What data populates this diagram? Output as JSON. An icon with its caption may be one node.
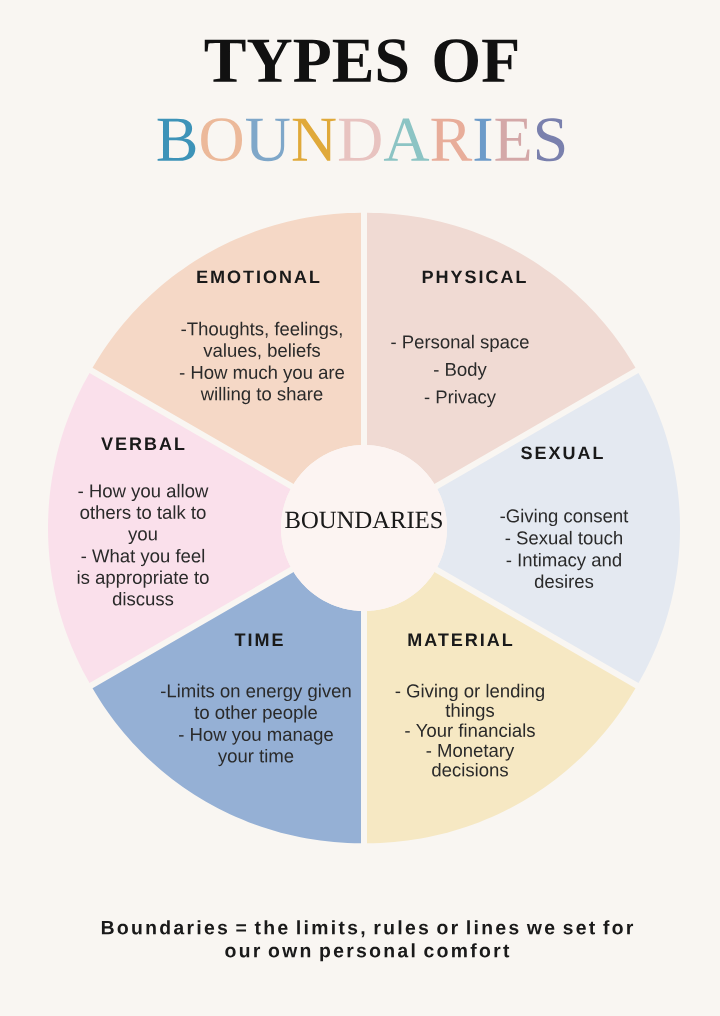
{
  "diagram": {
    "title": "TYPES OF BOUNDARIES",
    "nodes": [
      {
        "text": [
          "EMOTIONAL",
          "-Thoughts, feelings, values, beliefs",
          "- How much you are willing to share"
        ]
      },
      {
        "text": [
          "PHYSICAL",
          "- Personal space",
          "- Body",
          "- Privacy"
        ]
      },
      {
        "text": [
          "VERBAL",
          "- How you allow others to talk to you",
          "- What you feel is appropriate to discuss"
        ]
      },
      {
        "text": [
          "SEXUAL",
          "-Giving consent",
          "- Sexual touch",
          "- Intimacy and desires"
        ]
      },
      {
        "text": [
          "BOUNDARIES"
        ]
      },
      {
        "text": [
          "TIME",
          "-Limits on energy given to other people",
          "- How you manage your time"
        ]
      },
      {
        "text": [
          "MATERIAL",
          "- Giving or lending things",
          "- Your financials",
          "- Monetary decisions"
        ]
      }
    ],
    "caption": "Boundaries = the limits, rules or lines we set for our own personal comfort"
  }
}
